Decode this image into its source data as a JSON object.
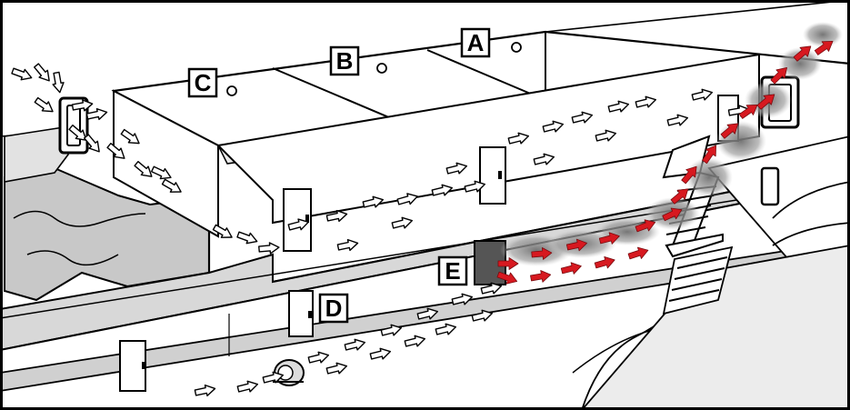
{
  "diagram": {
    "labels": {
      "a": "A",
      "b": "B",
      "c": "C",
      "d": "D",
      "e": "E"
    },
    "colors": {
      "fresh_air_arrow": "#ffffff",
      "smoke_arrow": "#d71920",
      "smoke": "#8a8a8a",
      "outline": "#000000",
      "wall_shade": "#c8c8c8",
      "floor_shade": "#e8e8e8"
    },
    "icons": {
      "fresh_air": "white-flow-arrow",
      "smoke_flow": "red-flow-arrow",
      "sensor": "ceiling-detector-circle",
      "fan": "ventilation-fan"
    }
  }
}
